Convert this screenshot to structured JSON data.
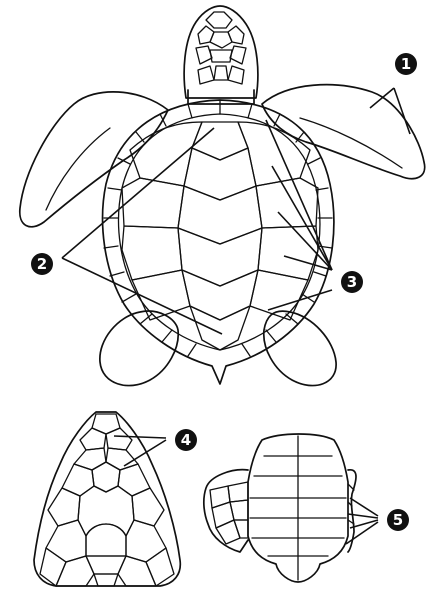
{
  "diagram": {
    "parts": [
      "turtle-dorsal-view",
      "head-scales",
      "carapace-scutes",
      "plastron"
    ],
    "colors": {
      "ink": "#111111",
      "paper": "#ffffff",
      "badge_text": "#ffffff"
    },
    "callouts": [
      {
        "id": "callout-1",
        "label": "1"
      },
      {
        "id": "callout-2",
        "label": "2"
      },
      {
        "id": "callout-3",
        "label": "3"
      },
      {
        "id": "callout-4",
        "label": "4"
      },
      {
        "id": "callout-5",
        "label": "5"
      }
    ]
  }
}
